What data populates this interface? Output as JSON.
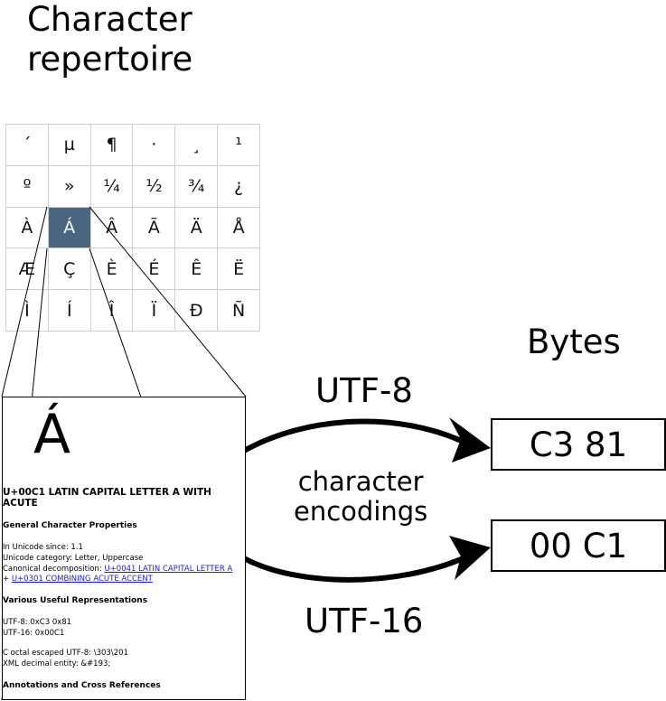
{
  "title": "Character\nrepertoire",
  "grid": {
    "rows": [
      [
        "´",
        "µ",
        "¶",
        "·",
        "¸",
        "¹"
      ],
      [
        "º",
        "»",
        "¼",
        "½",
        "¾",
        "¿"
      ],
      [
        "À",
        "Á",
        "Â",
        "Ã",
        "Ä",
        "Å"
      ],
      [
        "Æ",
        "Ç",
        "È",
        "É",
        "Ê",
        "Ë"
      ],
      [
        "Ì",
        "Í",
        "Î",
        "Ï",
        "Ð",
        "Ñ"
      ]
    ],
    "selected": "Á"
  },
  "detail": {
    "big_char": "Á",
    "name": "U+00C1 LATIN CAPITAL LETTER A WITH ACUTE",
    "general_heading": "General Character Properties",
    "since_label": "In Unicode since:",
    "since_value": "1.1",
    "category_label": "Unicode category:",
    "category_value": "Letter, Uppercase",
    "decomp_label": "Canonical decomposition:",
    "decomp_link1": "U+0041 LATIN CAPITAL LETTER A",
    "decomp_plus": "+",
    "decomp_link2": "U+0301 COMBINING ACUTE ACCENT",
    "repr_heading": "Various Useful Representations",
    "utf8_line": "UTF-8: 0xC3 0x81",
    "utf16_line": "UTF-16: 0x00C1",
    "octal_line": "C octal escaped UTF-8: \\303\\201",
    "xml_line": "XML decimal entity: &#193;",
    "annotations_heading": "Annotations and Cross References"
  },
  "labels": {
    "bytes": "Bytes",
    "utf8": "UTF-8",
    "utf16": "UTF-16",
    "encodings": "character\nencodings"
  },
  "byte_boxes": {
    "utf8": "C3 81",
    "utf16": "00 C1"
  }
}
